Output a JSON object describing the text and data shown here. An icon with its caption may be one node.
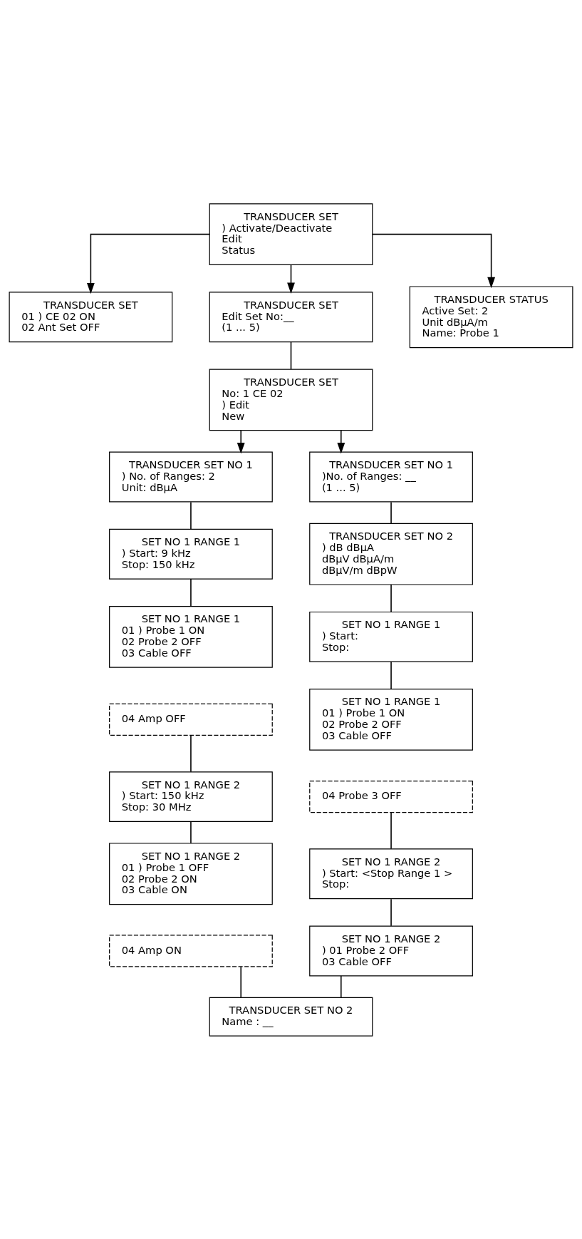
{
  "diagram": {
    "nodes": [
      {
        "text": [
          "TRANSDUCER SET",
          ") Activate/Deactivate",
          "Edit",
          "Status"
        ]
      },
      {
        "text": [
          "TRANSDUCER SET",
          "01 ) CE 02 ON",
          "02 Ant Set OFF"
        ]
      },
      {
        "text": [
          "TRANSDUCER SET",
          "Edit Set No:__",
          "(1 ... 5)"
        ]
      },
      {
        "text": [
          "TRANSDUCER STATUS",
          "Active Set: 2",
          "Unit dBµA/m",
          "Name: Probe 1"
        ]
      },
      {
        "text": [
          "TRANSDUCER SET",
          "No: 1 CE 02",
          ") Edit",
          "New"
        ]
      },
      {
        "text": [
          "TRANSDUCER SET NO 1",
          ") No. of Ranges: 2",
          "Unit: dBµA"
        ]
      },
      {
        "text": [
          "SET NO 1 RANGE 1",
          ") Start: 9 kHz",
          "Stop: 150 kHz"
        ]
      },
      {
        "text": [
          "SET NO 1 RANGE 1",
          "01 ) Probe 1 ON",
          "02 Probe 2 OFF",
          "03 Cable OFF"
        ]
      },
      {
        "text": [
          "04 Amp OFF"
        ]
      },
      {
        "text": [
          "SET NO 1 RANGE 2",
          ") Start: 150 kHz",
          "Stop: 30 MHz"
        ]
      },
      {
        "text": [
          "SET NO 1 RANGE 2",
          "01 ) Probe 1 OFF",
          "02 Probe 2 ON",
          "03 Cable ON"
        ]
      },
      {
        "text": [
          "04 Amp ON"
        ]
      },
      {
        "text": [
          "TRANSDUCER SET NO 1",
          ")No. of Ranges: __",
          "(1 ... 5)"
        ]
      },
      {
        "text": [
          "TRANSDUCER SET NO 2",
          ") dB dBµA",
          "dBµV dBµA/m",
          "dBµV/m dBpW"
        ]
      },
      {
        "text": [
          "SET NO 1 RANGE 1",
          ") Start:",
          "Stop:"
        ]
      },
      {
        "text": [
          "SET NO 1 RANGE 1",
          "01 ) Probe 1 ON",
          "02 Probe 2 OFF",
          "03 Cable OFF"
        ]
      },
      {
        "text": [
          "04 Probe 3 OFF"
        ]
      },
      {
        "text": [
          "SET NO 1 RANGE 2",
          ") Start: <Stop Range 1 >",
          "Stop:"
        ]
      },
      {
        "text": [
          "SET NO 1 RANGE 2",
          ") 01 Probe 2 OFF",
          "03 Cable OFF"
        ]
      },
      {
        "text": [
          "TRANSDUCER SET NO 2",
          "Name : __"
        ]
      }
    ],
    "edges": [
      {
        "from": 0,
        "to": 1,
        "arrow": "to"
      },
      {
        "from": 0,
        "to": 2,
        "arrow": "to"
      },
      {
        "from": 0,
        "to": 3,
        "arrow": "to"
      },
      {
        "from": 2,
        "to": 4,
        "arrow": "none"
      },
      {
        "from": 4,
        "to": 5,
        "arrow": "to"
      },
      {
        "from": 4,
        "to": 12,
        "arrow": "to"
      },
      {
        "from": 5,
        "to": 6,
        "arrow": "none"
      },
      {
        "from": 6,
        "to": 7,
        "arrow": "none"
      },
      {
        "from": 8,
        "to": 9,
        "arrow": "none"
      },
      {
        "from": 9,
        "to": 10,
        "arrow": "none"
      },
      {
        "from": 11,
        "to": 19,
        "arrow": "none"
      },
      {
        "from": 12,
        "to": 13,
        "arrow": "none"
      },
      {
        "from": 13,
        "to": 14,
        "arrow": "none"
      },
      {
        "from": 14,
        "to": 15,
        "arrow": "none"
      },
      {
        "from": 16,
        "to": 17,
        "arrow": "none"
      },
      {
        "from": 17,
        "to": 18,
        "arrow": "none"
      },
      {
        "from": 18,
        "to": 19,
        "arrow": "none"
      }
    ]
  }
}
